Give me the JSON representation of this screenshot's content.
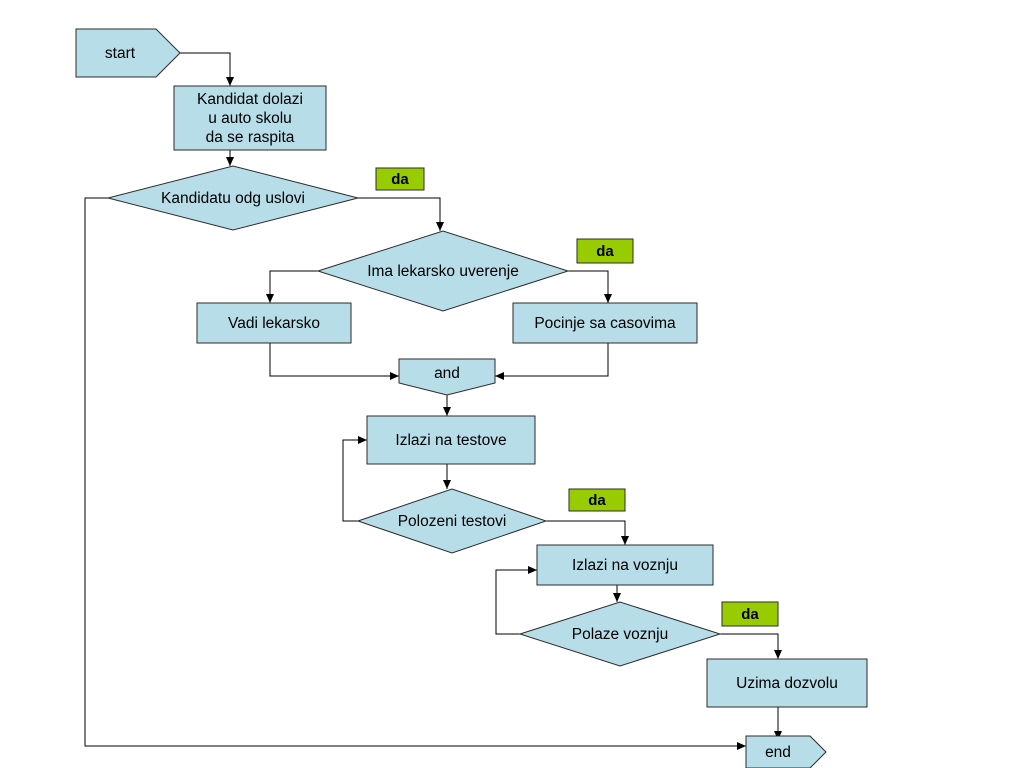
{
  "diagram": {
    "colors": {
      "node_fill": "#b7dde8",
      "tag_fill": "#99cc00",
      "stroke": "#2b2b2b",
      "background": "#ffffff"
    },
    "nodes": [
      {
        "id": "start",
        "shape": "pentagon-arrow",
        "lines": [
          "start"
        ]
      },
      {
        "id": "dolazi",
        "shape": "rectangle",
        "lines": [
          "Kandidat dolazi",
          "u auto skolu",
          "da se raspita"
        ]
      },
      {
        "id": "uslovi",
        "shape": "diamond",
        "lines": [
          "Kandidatu odg uslovi"
        ]
      },
      {
        "id": "uverenje",
        "shape": "diamond",
        "lines": [
          "Ima lekarsko uverenje"
        ]
      },
      {
        "id": "vadi",
        "shape": "rectangle",
        "lines": [
          "Vadi lekarsko"
        ]
      },
      {
        "id": "casovi",
        "shape": "rectangle",
        "lines": [
          "Pocinje sa casovima"
        ]
      },
      {
        "id": "and",
        "shape": "merge",
        "lines": [
          "and"
        ]
      },
      {
        "id": "testovi",
        "shape": "rectangle",
        "lines": [
          "Izlazi na testove"
        ]
      },
      {
        "id": "polozeni",
        "shape": "diamond",
        "lines": [
          "Polozeni testovi"
        ]
      },
      {
        "id": "voznja",
        "shape": "rectangle",
        "lines": [
          "Izlazi na voznju"
        ]
      },
      {
        "id": "polaze",
        "shape": "diamond",
        "lines": [
          "Polaze voznju"
        ]
      },
      {
        "id": "dozvola",
        "shape": "rectangle",
        "lines": [
          "Uzima dozvolu"
        ]
      },
      {
        "id": "end",
        "shape": "pentagon-arrow",
        "lines": [
          "end"
        ]
      }
    ],
    "tags": [
      {
        "id": "tag-uslovi",
        "text": "da",
        "branch_of": "uslovi"
      },
      {
        "id": "tag-uverenje",
        "text": "da",
        "branch_of": "uverenje"
      },
      {
        "id": "tag-polozeni",
        "text": "da",
        "branch_of": "polozeni"
      },
      {
        "id": "tag-polaze",
        "text": "da",
        "branch_of": "polaze"
      }
    ],
    "edges": [
      {
        "from": "start",
        "to": "dolazi"
      },
      {
        "from": "dolazi",
        "to": "uslovi"
      },
      {
        "from": "uslovi",
        "to": "uverenje",
        "label": "da"
      },
      {
        "from": "uslovi",
        "to": "end"
      },
      {
        "from": "uverenje",
        "to": "casovi",
        "label": "da"
      },
      {
        "from": "uverenje",
        "to": "vadi"
      },
      {
        "from": "vadi",
        "to": "and"
      },
      {
        "from": "casovi",
        "to": "and"
      },
      {
        "from": "and",
        "to": "testovi"
      },
      {
        "from": "testovi",
        "to": "polozeni"
      },
      {
        "from": "polozeni",
        "to": "voznja",
        "label": "da"
      },
      {
        "from": "polozeni",
        "to": "testovi"
      },
      {
        "from": "voznja",
        "to": "polaze"
      },
      {
        "from": "polaze",
        "to": "dozvola",
        "label": "da"
      },
      {
        "from": "polaze",
        "to": "voznja"
      },
      {
        "from": "dozvola",
        "to": "end"
      }
    ]
  }
}
